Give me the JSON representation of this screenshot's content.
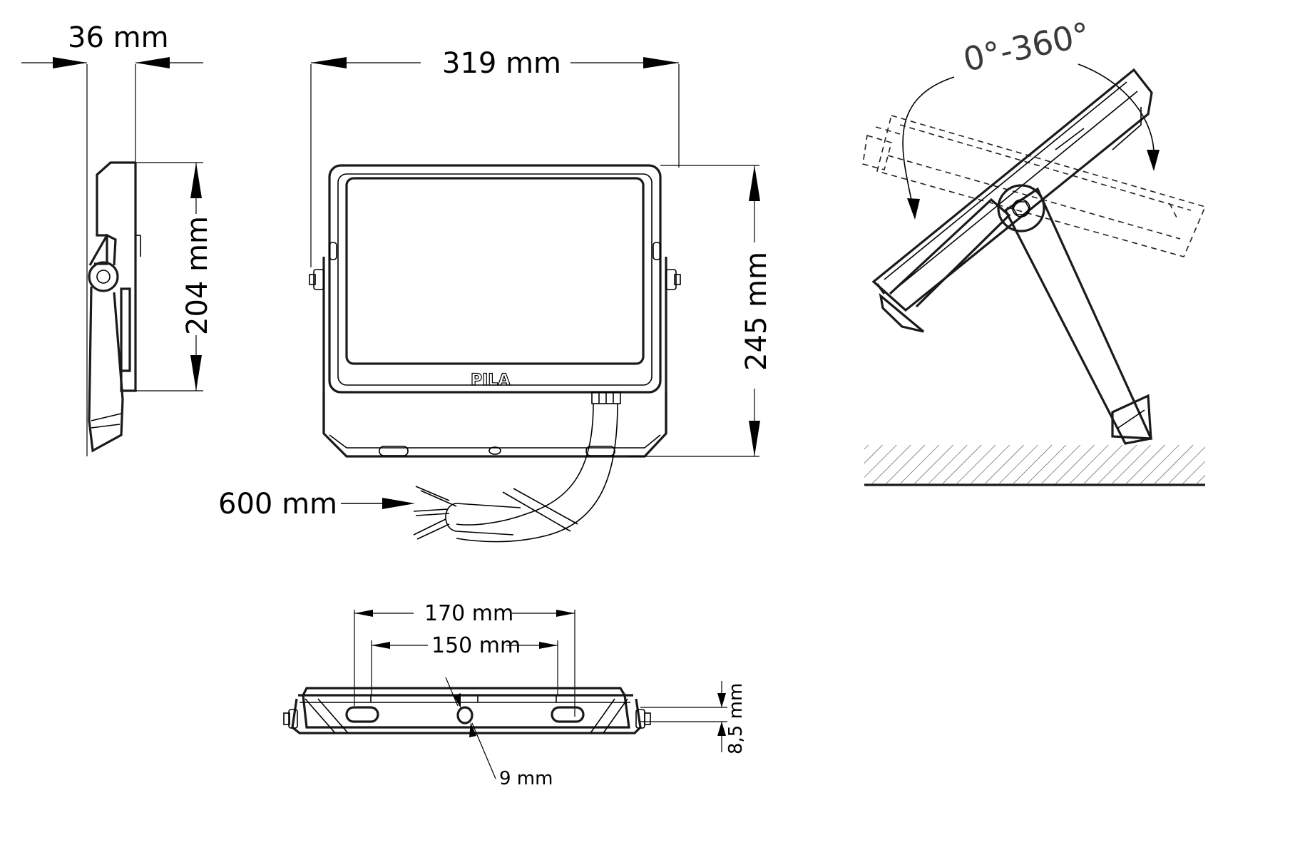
{
  "dimensions": {
    "depth": "36 mm",
    "width": "319 mm",
    "height_body": "204 mm",
    "height_total": "245 mm",
    "cable_length": "600 mm",
    "mount_outer_spacing": "170 mm",
    "mount_inner_spacing": "150 mm",
    "mount_thickness": "8,5 mm",
    "hole_diameter": "9 mm",
    "rotation_range": "0°-360°"
  },
  "logo_text": "PILA"
}
